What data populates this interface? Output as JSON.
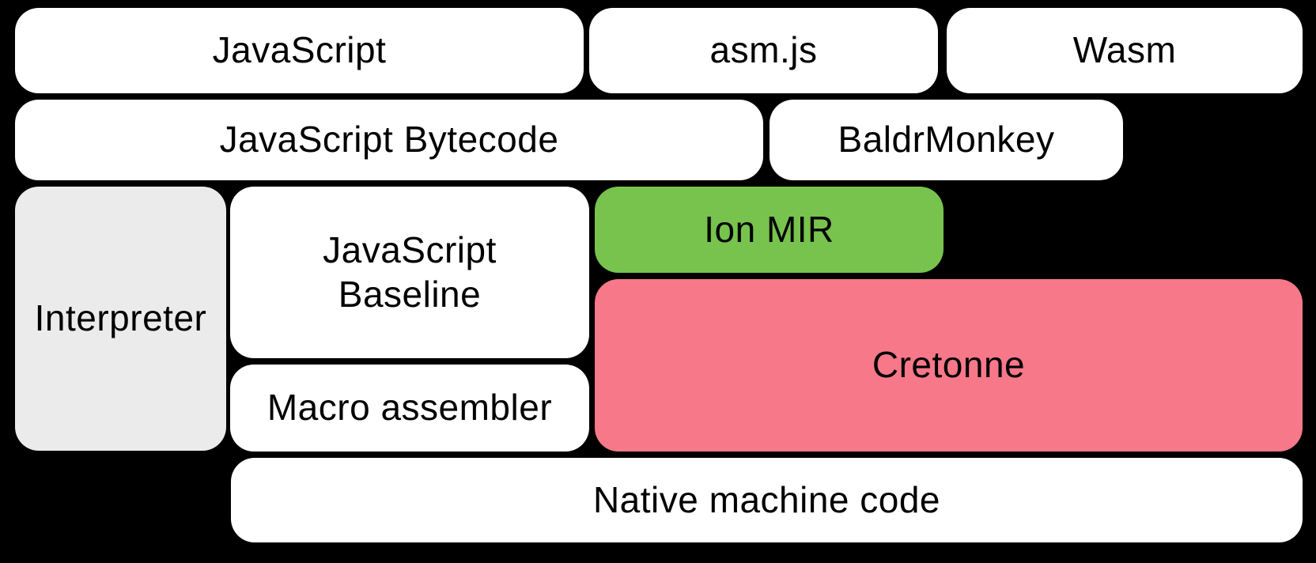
{
  "colors": {
    "background": "#000000",
    "box_white": "#FFFFFF",
    "box_gray": "#EBEBEB",
    "box_green": "#77C34D",
    "box_pink": "#F67889",
    "text": "#000000"
  },
  "diagram": {
    "boxes": [
      {
        "label": "JavaScript",
        "fill": "box_white"
      },
      {
        "label": "asm.js",
        "fill": "box_white"
      },
      {
        "label": "Wasm",
        "fill": "box_white"
      },
      {
        "label": "JavaScript Bytecode",
        "fill": "box_white"
      },
      {
        "label": "BaldrMonkey",
        "fill": "box_white"
      },
      {
        "label": "Interpreter",
        "fill": "box_gray"
      },
      {
        "label": "JavaScript Baseline",
        "fill": "box_white"
      },
      {
        "label": "Ion MIR",
        "fill": "box_green"
      },
      {
        "label": "Cretonne",
        "fill": "box_pink"
      },
      {
        "label": "Macro assembler",
        "fill": "box_white"
      },
      {
        "label": "Native machine code",
        "fill": "box_white"
      }
    ]
  }
}
